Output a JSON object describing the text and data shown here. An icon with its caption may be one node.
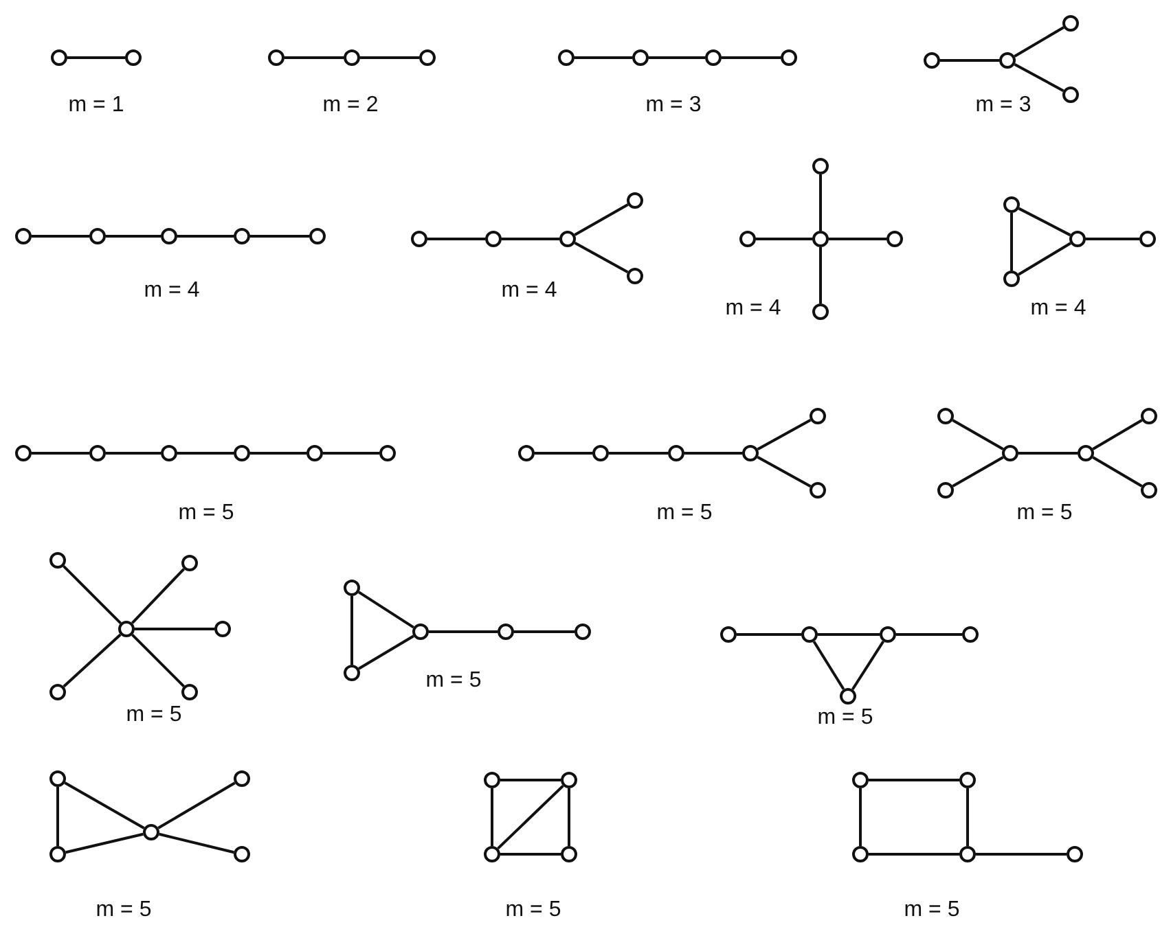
{
  "diagram": {
    "nodes": [
      {
        "text": [],
        "shape": "circle"
      },
      {
        "text": [],
        "shape": "circle"
      },
      {
        "text": [],
        "shape": "circle"
      },
      {
        "text": [],
        "shape": "circle"
      },
      {
        "text": [],
        "shape": "circle"
      },
      {
        "text": [],
        "shape": "circle"
      },
      {
        "text": [],
        "shape": "circle"
      },
      {
        "text": [],
        "shape": "circle"
      },
      {
        "text": [],
        "shape": "circle"
      },
      {
        "text": [],
        "shape": "circle"
      },
      {
        "text": [],
        "shape": "circle"
      },
      {
        "text": [],
        "shape": "circle"
      },
      {
        "text": [],
        "shape": "circle"
      },
      {
        "text": [],
        "shape": "circle"
      },
      {
        "text": [],
        "shape": "circle"
      },
      {
        "text": [],
        "shape": "circle"
      },
      {
        "text": [],
        "shape": "circle"
      },
      {
        "text": [],
        "shape": "circle"
      },
      {
        "text": [],
        "shape": "circle"
      },
      {
        "text": [],
        "shape": "circle"
      },
      {
        "text": [],
        "shape": "circle"
      },
      {
        "text": [],
        "shape": "circle"
      },
      {
        "text": [],
        "shape": "circle"
      },
      {
        "text": [],
        "shape": "circle"
      },
      {
        "text": [],
        "shape": "circle"
      },
      {
        "text": [],
        "shape": "circle"
      },
      {
        "text": [],
        "shape": "circle"
      },
      {
        "text": [],
        "shape": "circle"
      },
      {
        "text": [],
        "shape": "circle"
      },
      {
        "text": [],
        "shape": "circle"
      },
      {
        "text": [],
        "shape": "circle"
      },
      {
        "text": [],
        "shape": "circle"
      },
      {
        "text": [],
        "shape": "circle"
      },
      {
        "text": [],
        "shape": "circle"
      },
      {
        "text": [],
        "shape": "circle"
      },
      {
        "text": [],
        "shape": "circle"
      },
      {
        "text": [],
        "shape": "circle"
      },
      {
        "text": [],
        "shape": "circle"
      },
      {
        "text": [],
        "shape": "circle"
      },
      {
        "text": [],
        "shape": "circle"
      },
      {
        "text": [],
        "shape": "circle"
      },
      {
        "text": [],
        "shape": "circle"
      },
      {
        "text": [],
        "shape": "circle"
      },
      {
        "text": [],
        "shape": "circle"
      },
      {
        "text": [],
        "shape": "circle"
      },
      {
        "text": [],
        "shape": "circle"
      },
      {
        "text": [],
        "shape": "circle"
      },
      {
        "text": [],
        "shape": "circle"
      },
      {
        "text": [],
        "shape": "circle"
      },
      {
        "text": [],
        "shape": "circle"
      },
      {
        "text": [],
        "shape": "circle"
      },
      {
        "text": [],
        "shape": "circle"
      },
      {
        "text": [],
        "shape": "circle"
      },
      {
        "text": [],
        "shape": "circle"
      },
      {
        "text": [],
        "shape": "circle"
      },
      {
        "text": [],
        "shape": "circle"
      },
      {
        "text": [],
        "shape": "circle"
      },
      {
        "text": [],
        "shape": "circle"
      },
      {
        "text": [],
        "shape": "circle"
      },
      {
        "text": [],
        "shape": "circle"
      },
      {
        "text": [],
        "shape": "circle"
      },
      {
        "text": [],
        "shape": "circle"
      },
      {
        "text": [],
        "shape": "circle"
      },
      {
        "text": [],
        "shape": "circle"
      },
      {
        "text": [],
        "shape": "circle"
      },
      {
        "text": [],
        "shape": "circle"
      },
      {
        "text": [],
        "shape": "circle"
      },
      {
        "text": [],
        "shape": "circle"
      },
      {
        "text": [],
        "shape": "circle"
      },
      {
        "text": [],
        "shape": "circle"
      },
      {
        "text": [],
        "shape": "circle"
      },
      {
        "text": [],
        "shape": "circle"
      },
      {
        "text": [],
        "shape": "circle"
      },
      {
        "text": [],
        "shape": "circle"
      },
      {
        "text": [],
        "shape": "circle"
      },
      {
        "text": [],
        "shape": "circle"
      },
      {
        "text": [],
        "shape": "circle"
      },
      {
        "text": [],
        "shape": "circle"
      },
      {
        "text": [],
        "shape": "circle"
      },
      {
        "text": [],
        "shape": "circle"
      }
    ],
    "edges": [
      {
        "from": 0,
        "to": 1,
        "arrow": "none"
      },
      {
        "from": 2,
        "to": 3,
        "arrow": "none"
      },
      {
        "from": 3,
        "to": 4,
        "arrow": "none"
      },
      {
        "from": 5,
        "to": 6,
        "arrow": "none"
      },
      {
        "from": 6,
        "to": 7,
        "arrow": "none"
      },
      {
        "from": 7,
        "to": 8,
        "arrow": "none"
      },
      {
        "from": 9,
        "to": 10,
        "arrow": "none"
      },
      {
        "from": 10,
        "to": 11,
        "arrow": "none"
      },
      {
        "from": 10,
        "to": 12,
        "arrow": "none"
      },
      {
        "from": 13,
        "to": 14,
        "arrow": "none"
      },
      {
        "from": 14,
        "to": 15,
        "arrow": "none"
      },
      {
        "from": 15,
        "to": 16,
        "arrow": "none"
      },
      {
        "from": 16,
        "to": 17,
        "arrow": "none"
      },
      {
        "from": 18,
        "to": 19,
        "arrow": "none"
      },
      {
        "from": 19,
        "to": 20,
        "arrow": "none"
      },
      {
        "from": 20,
        "to": 21,
        "arrow": "none"
      },
      {
        "from": 20,
        "to": 22,
        "arrow": "none"
      },
      {
        "from": 25,
        "to": 23,
        "arrow": "none"
      },
      {
        "from": 24,
        "to": 25,
        "arrow": "none"
      },
      {
        "from": 25,
        "to": 26,
        "arrow": "none"
      },
      {
        "from": 25,
        "to": 27,
        "arrow": "none"
      },
      {
        "from": 28,
        "to": 29,
        "arrow": "none"
      },
      {
        "from": 28,
        "to": 30,
        "arrow": "none"
      },
      {
        "from": 29,
        "to": 30,
        "arrow": "none"
      },
      {
        "from": 30,
        "to": 31,
        "arrow": "none"
      },
      {
        "from": 32,
        "to": 33,
        "arrow": "none"
      },
      {
        "from": 33,
        "to": 34,
        "arrow": "none"
      },
      {
        "from": 34,
        "to": 35,
        "arrow": "none"
      },
      {
        "from": 35,
        "to": 36,
        "arrow": "none"
      },
      {
        "from": 36,
        "to": 37,
        "arrow": "none"
      },
      {
        "from": 38,
        "to": 39,
        "arrow": "none"
      },
      {
        "from": 39,
        "to": 40,
        "arrow": "none"
      },
      {
        "from": 40,
        "to": 41,
        "arrow": "none"
      },
      {
        "from": 41,
        "to": 42,
        "arrow": "none"
      },
      {
        "from": 41,
        "to": 43,
        "arrow": "none"
      },
      {
        "from": 44,
        "to": 46,
        "arrow": "none"
      },
      {
        "from": 45,
        "to": 46,
        "arrow": "none"
      },
      {
        "from": 46,
        "to": 47,
        "arrow": "none"
      },
      {
        "from": 47,
        "to": 48,
        "arrow": "none"
      },
      {
        "from": 47,
        "to": 49,
        "arrow": "none"
      },
      {
        "from": 52,
        "to": 50,
        "arrow": "none"
      },
      {
        "from": 52,
        "to": 51,
        "arrow": "none"
      },
      {
        "from": 52,
        "to": 53,
        "arrow": "none"
      },
      {
        "from": 52,
        "to": 54,
        "arrow": "none"
      },
      {
        "from": 52,
        "to": 55,
        "arrow": "none"
      },
      {
        "from": 56,
        "to": 57,
        "arrow": "none"
      },
      {
        "from": 56,
        "to": 58,
        "arrow": "none"
      },
      {
        "from": 57,
        "to": 58,
        "arrow": "none"
      },
      {
        "from": 58,
        "to": 59,
        "arrow": "none"
      },
      {
        "from": 59,
        "to": 60,
        "arrow": "none"
      },
      {
        "from": 61,
        "to": 62,
        "arrow": "none"
      },
      {
        "from": 62,
        "to": 63,
        "arrow": "none"
      },
      {
        "from": 63,
        "to": 64,
        "arrow": "none"
      },
      {
        "from": 62,
        "to": 65,
        "arrow": "none"
      },
      {
        "from": 63,
        "to": 65,
        "arrow": "none"
      },
      {
        "from": 66,
        "to": 69,
        "arrow": "none"
      },
      {
        "from": 66,
        "to": 68,
        "arrow": "none"
      },
      {
        "from": 69,
        "to": 68,
        "arrow": "none"
      },
      {
        "from": 68,
        "to": 67,
        "arrow": "none"
      },
      {
        "from": 68,
        "to": 70,
        "arrow": "none"
      },
      {
        "from": 71,
        "to": 72,
        "arrow": "none"
      },
      {
        "from": 71,
        "to": 73,
        "arrow": "none"
      },
      {
        "from": 72,
        "to": 74,
        "arrow": "none"
      },
      {
        "from": 73,
        "to": 74,
        "arrow": "none"
      },
      {
        "from": 73,
        "to": 72,
        "arrow": "none"
      },
      {
        "from": 75,
        "to": 76,
        "arrow": "none"
      },
      {
        "from": 75,
        "to": 77,
        "arrow": "none"
      },
      {
        "from": 76,
        "to": 78,
        "arrow": "none"
      },
      {
        "from": 77,
        "to": 78,
        "arrow": "none"
      },
      {
        "from": 78,
        "to": 79,
        "arrow": "none"
      }
    ],
    "labels": [
      "m = 1",
      "m = 2",
      "m = 3",
      "m = 3",
      "m = 4",
      "m = 4",
      "m = 4",
      "m = 4",
      "m = 5",
      "m = 5",
      "m = 5",
      "m = 5",
      "m = 5",
      "m = 5",
      "m = 5",
      "m = 5",
      "m = 5"
    ]
  }
}
